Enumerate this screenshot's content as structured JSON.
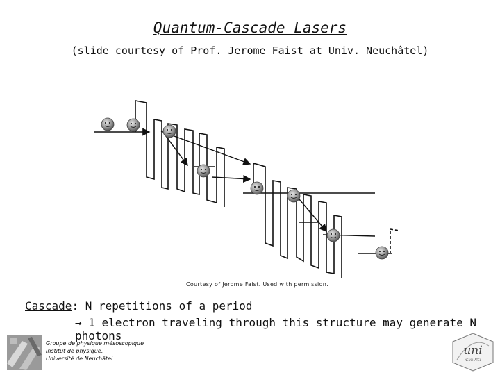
{
  "title": "Quantum-Cascade Lasers",
  "subtitle": "(slide courtesy of Prof. Jerome Faist at Univ. Neuchâtel)",
  "figure": {
    "courtesy": "Courtesy of Jerome Faist. Used with permission."
  },
  "body": {
    "cascade_term": "Cascade",
    "cascade_rest": ": N repetitions of a period",
    "arrow_glyph": "→",
    "line2": " 1 electron traveling through this structure may generate N photons"
  },
  "footer": {
    "line1": "Groupe de physique mésoscopique",
    "line2": "Institut de physique,",
    "line3": "Université de Neuchâtel",
    "logo_text": "uni",
    "logo_subtext": "NEUCHÂTEL"
  }
}
